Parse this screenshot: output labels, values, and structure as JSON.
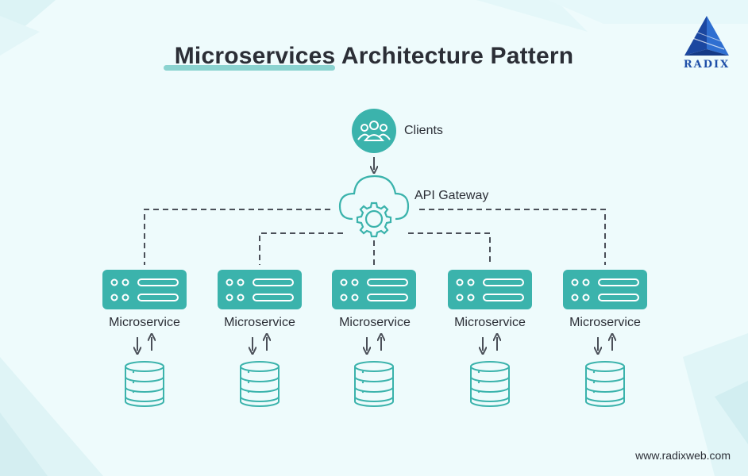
{
  "title": "Microservices Architecture Pattern",
  "logo": {
    "text": "RADIX"
  },
  "clients": {
    "label": "Clients",
    "icon": "users-icon"
  },
  "gateway": {
    "label": "API Gateway",
    "icon": "cloud-gear-icon"
  },
  "microservices": [
    {
      "label": "Microservice",
      "icon": "server-icon",
      "db_icon": "database-icon"
    },
    {
      "label": "Microservice",
      "icon": "server-icon",
      "db_icon": "database-icon"
    },
    {
      "label": "Microservice",
      "icon": "server-icon",
      "db_icon": "database-icon"
    },
    {
      "label": "Microservice",
      "icon": "server-icon",
      "db_icon": "database-icon"
    },
    {
      "label": "Microservice",
      "icon": "server-icon",
      "db_icon": "database-icon"
    }
  ],
  "footer": {
    "url": "www.radixweb.com"
  },
  "colors": {
    "background": "#eefbfc",
    "accent": "#3bb3ac",
    "text": "#2b2e36",
    "connector": "#4a4f58",
    "logo": "#1f4fa8"
  }
}
